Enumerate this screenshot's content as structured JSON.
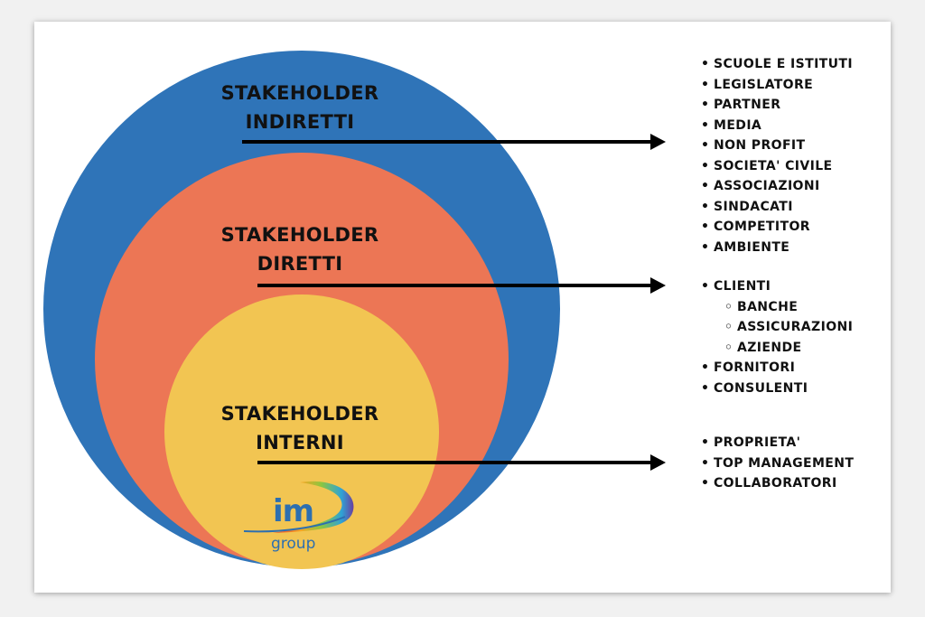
{
  "colors": {
    "outer": "#2f74b8",
    "middle": "#ec7655",
    "inner": "#f2c552",
    "arrow": "#000000"
  },
  "circles": {
    "indiretti": {
      "line1": "STAKEHOLDER",
      "line2": "INDIRETTI"
    },
    "diretti": {
      "line1": "STAKEHOLDER",
      "line2": "DIRETTI"
    },
    "interni": {
      "line1": "STAKEHOLDER",
      "line2": "INTERNI"
    }
  },
  "lists": {
    "indiretti": [
      "SCUOLE E ISTITUTI",
      "LEGISLATORE",
      "PARTNER",
      "MEDIA",
      "NON PROFIT",
      "SOCIETA' CIVILE",
      "ASSOCIAZIONI",
      "SINDACATI",
      "COMPETITOR",
      "AMBIENTE"
    ],
    "diretti": {
      "clienti": "CLIENTI",
      "clienti_sub": [
        "BANCHE",
        "ASSICURAZIONI",
        "AZIENDE"
      ],
      "fornitori": "FORNITORI",
      "consulenti": "CONSULENTI"
    },
    "interni": [
      "PROPRIETA'",
      "TOP MANAGEMENT",
      "COLLABORATORI"
    ]
  },
  "logo": {
    "main": "im",
    "sub": "group"
  },
  "bullets": {
    "filled": "•",
    "hollow": "◦"
  }
}
